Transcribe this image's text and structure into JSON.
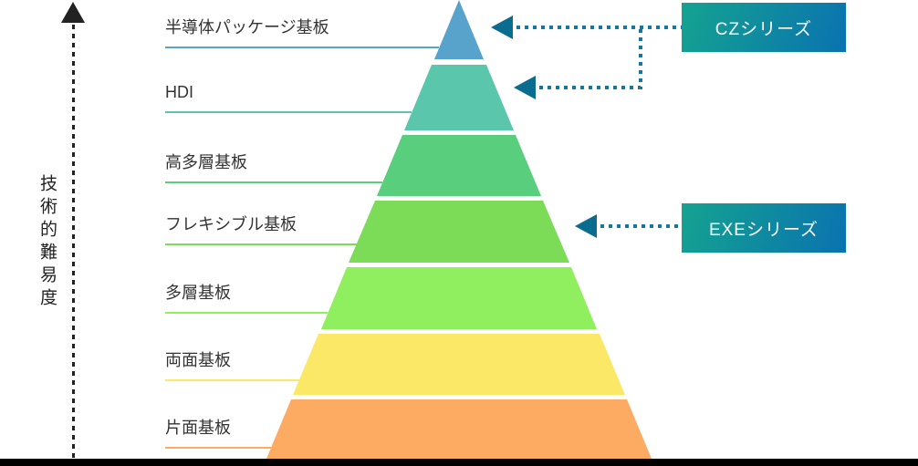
{
  "axis": {
    "label": "技術的難易度"
  },
  "pyramid": {
    "levels": [
      {
        "label": "半導体パッケージ基板",
        "color": "#58A3CB"
      },
      {
        "label": "HDI",
        "color": "#5AC7AD"
      },
      {
        "label": "高多層基板",
        "color": "#59CE7D"
      },
      {
        "label": "フレキシブル基板",
        "color": "#7CDC58"
      },
      {
        "label": "多層基板",
        "color": "#8FEF5F"
      },
      {
        "label": "両面基板",
        "color": "#FBE866"
      },
      {
        "label": "片面基板",
        "color": "#FDAA62"
      }
    ]
  },
  "callouts": [
    {
      "label": "CZシリーズ",
      "gradient": [
        "#14A390",
        "#0A72B0"
      ]
    },
    {
      "label": "EXEシリーズ",
      "gradient": [
        "#14A390",
        "#0A72B0"
      ]
    }
  ],
  "colors": {
    "arrow_head": "#0A6D90",
    "arrow_dots": "#15779F",
    "axis": "#222222",
    "label_text": "#333333",
    "bottom_bar": "#000000"
  }
}
